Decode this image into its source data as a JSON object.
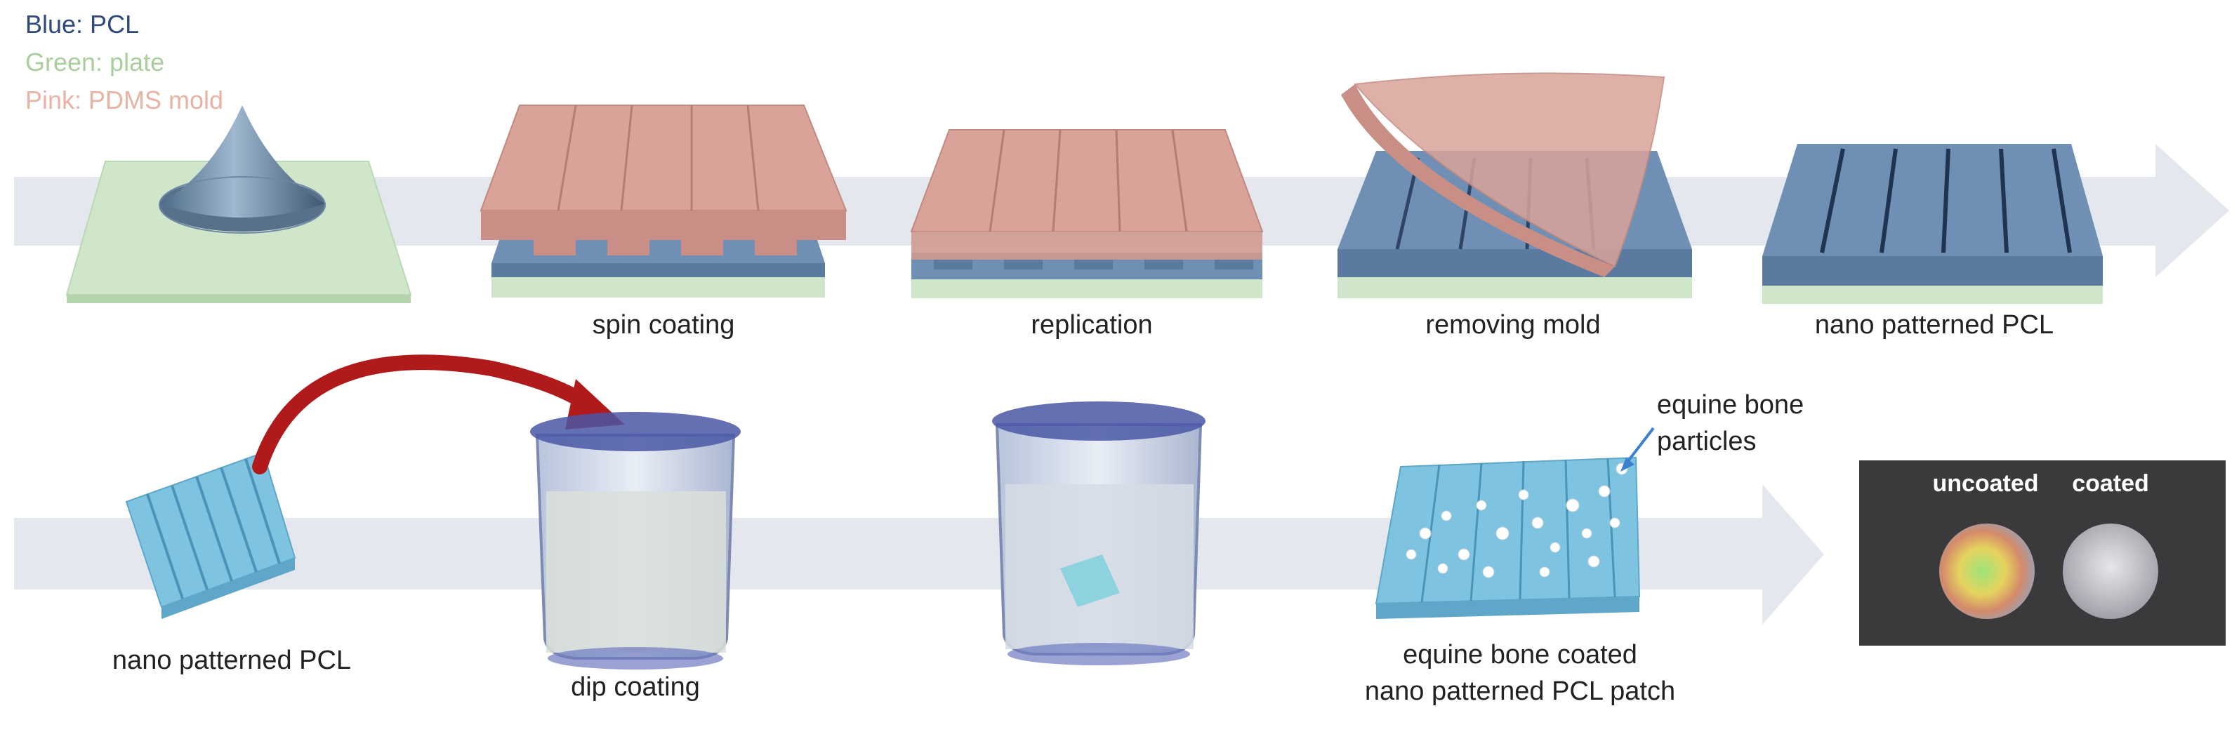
{
  "legend": {
    "blue": "Blue: PCL",
    "green": "Green: plate",
    "pink": "Pink: PDMS mold"
  },
  "colors": {
    "pcl": "#6f8fb4",
    "plate": "#cfe6cb",
    "mold": "#d9a39a",
    "arrow": "#e4e8ee",
    "light_pcl": "#7ec3e0",
    "curve_arrow": "#b11a1a",
    "legend_blue": "#2f4a7a",
    "legend_green": "#a9cf9c",
    "legend_pink": "#e8b3a4"
  },
  "row1": {
    "steps": [
      "spin coating",
      "replication",
      "removing mold",
      "nano patterned PCL"
    ]
  },
  "row2": {
    "start_label": "nano patterned PCL",
    "dip_label": "dip coating",
    "result_label_line1": "equine bone coated",
    "result_label_line2": "nano patterned PCL patch",
    "callout_line1": "equine bone",
    "callout_line2": "particles",
    "photo_labels": [
      "uncoated",
      "coated"
    ]
  }
}
